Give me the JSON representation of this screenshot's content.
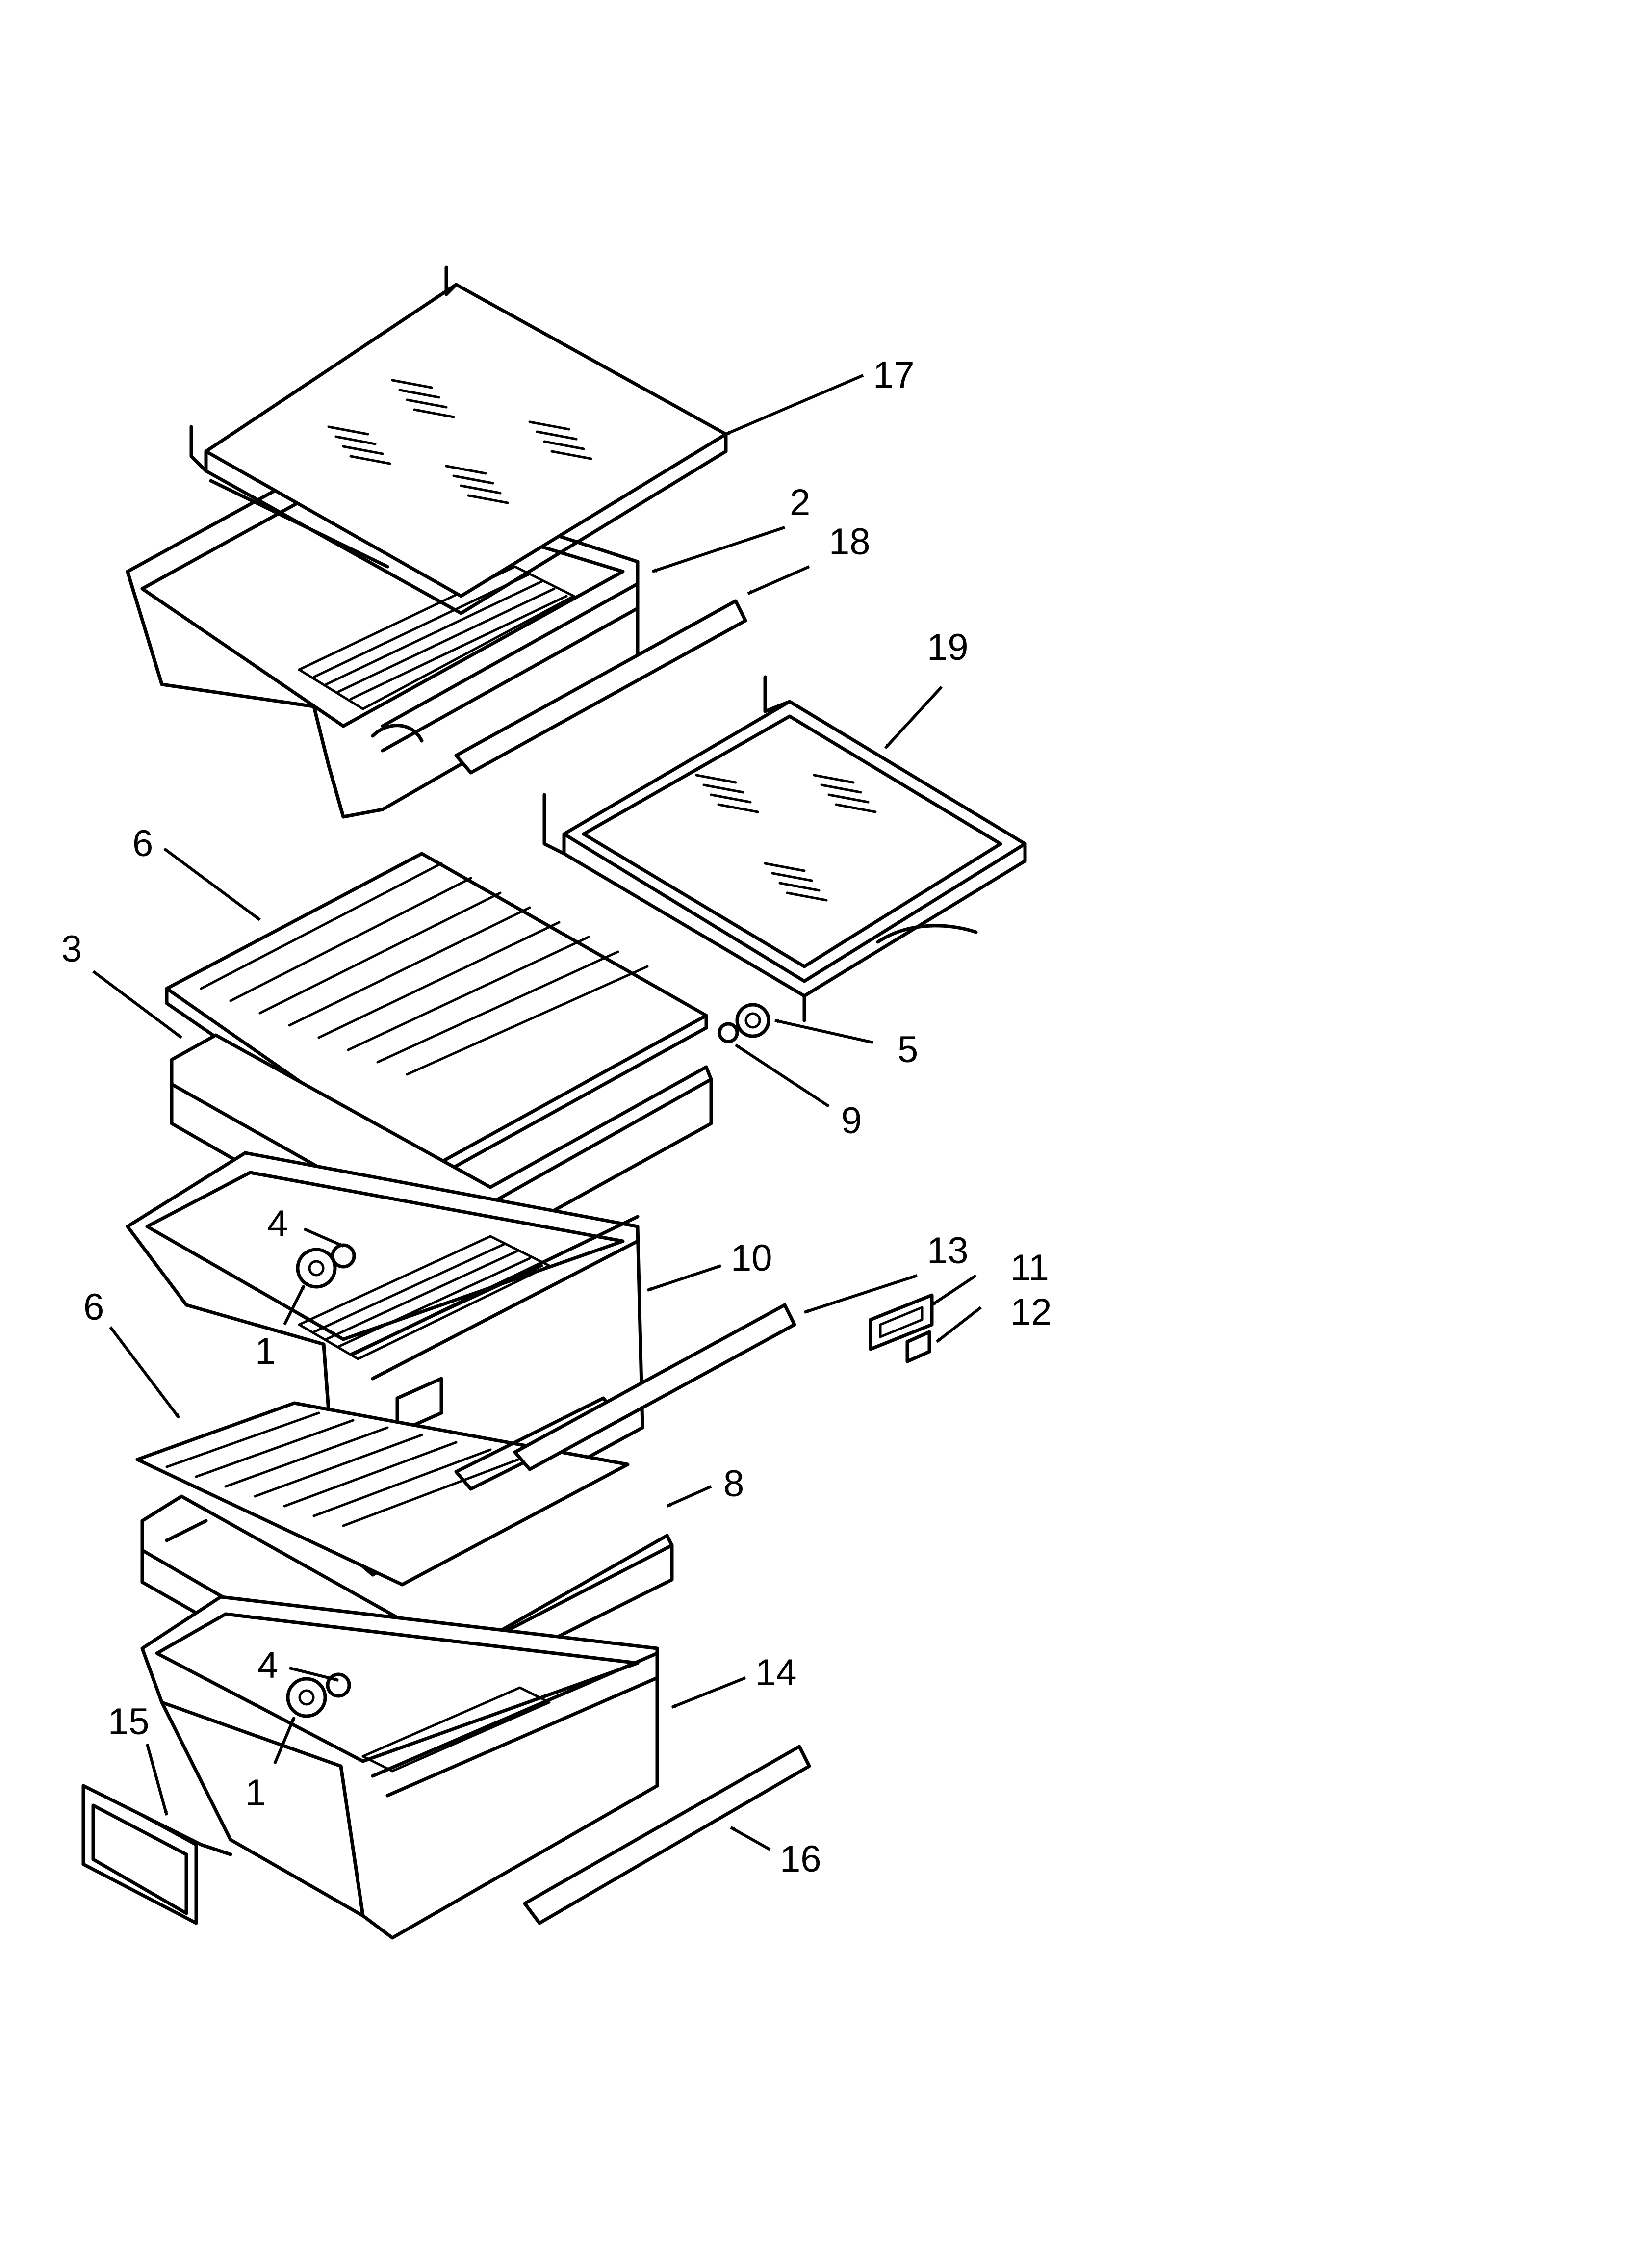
{
  "diagram": {
    "callouts": [
      {
        "id": "17",
        "label": "17"
      },
      {
        "id": "2",
        "label": "2"
      },
      {
        "id": "18",
        "label": "18"
      },
      {
        "id": "19",
        "label": "19"
      },
      {
        "id": "6a",
        "label": "6"
      },
      {
        "id": "3",
        "label": "3"
      },
      {
        "id": "5",
        "label": "5"
      },
      {
        "id": "9",
        "label": "9"
      },
      {
        "id": "4a",
        "label": "4"
      },
      {
        "id": "10",
        "label": "10"
      },
      {
        "id": "13",
        "label": "13"
      },
      {
        "id": "11",
        "label": "11"
      },
      {
        "id": "12",
        "label": "12"
      },
      {
        "id": "1a",
        "label": "1"
      },
      {
        "id": "6b",
        "label": "6"
      },
      {
        "id": "8",
        "label": "8"
      },
      {
        "id": "4b",
        "label": "4"
      },
      {
        "id": "14",
        "label": "14"
      },
      {
        "id": "15",
        "label": "15"
      },
      {
        "id": "1b",
        "label": "1"
      },
      {
        "id": "16",
        "label": "16"
      }
    ]
  }
}
